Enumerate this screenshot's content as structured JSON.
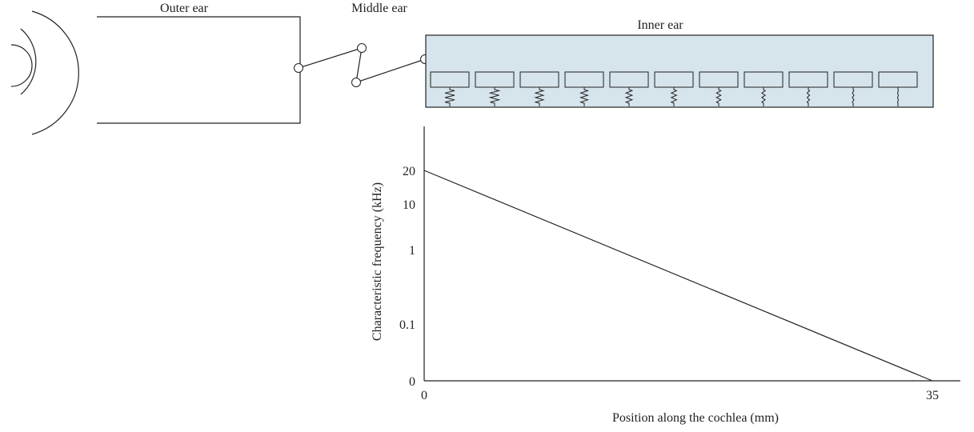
{
  "labels": {
    "outer_ear": "Outer ear",
    "middle_ear": "Middle ear",
    "inner_ear": "Inner ear"
  },
  "inner_ear": {
    "resonator_count": 11,
    "fill_color": "#d6e4eb"
  },
  "chart_data": {
    "type": "line",
    "xlabel": "Position along the cochlea (mm)",
    "ylabel": "Characteristic frequency (kHz)",
    "xlim": [
      0,
      35
    ],
    "x_ticks": [
      "0",
      "35"
    ],
    "y_ticks": [
      "20",
      "10",
      "1",
      "0.1",
      "0"
    ],
    "series": [
      {
        "x": [
          0,
          35
        ],
        "y": [
          20,
          0
        ]
      }
    ]
  }
}
